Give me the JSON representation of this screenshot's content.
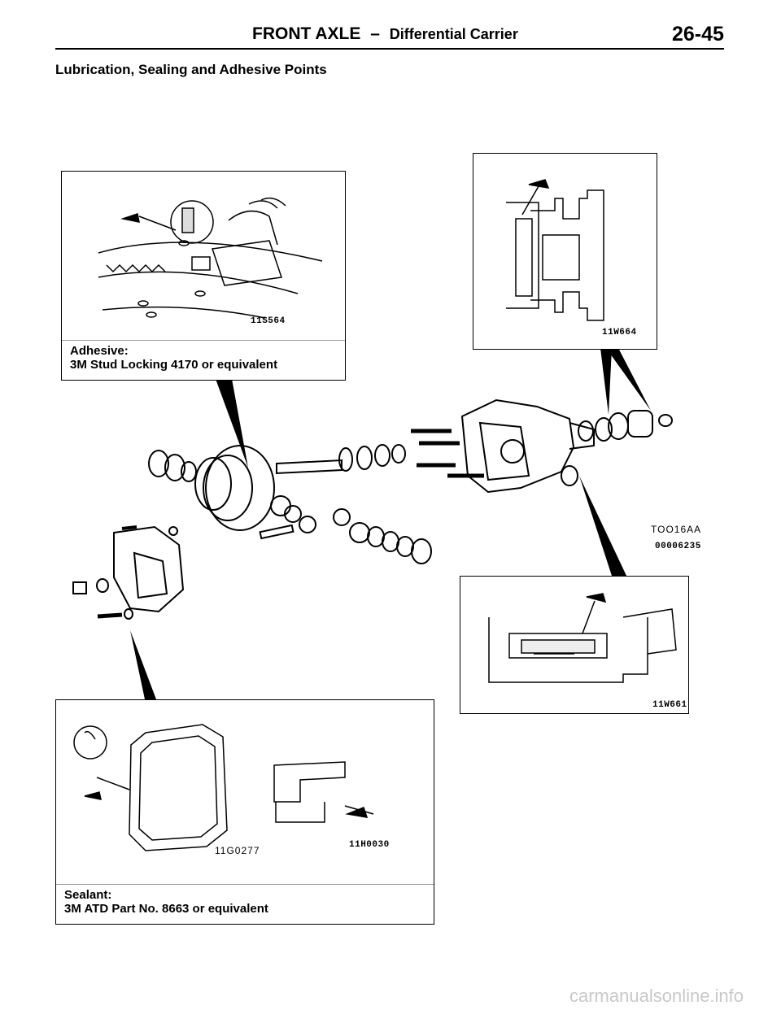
{
  "header": {
    "title": "FRONT AXLE",
    "separator": "–",
    "subtitle": "Differential Carrier",
    "page_number": "26-45"
  },
  "section_title": "Lubrication, Sealing and Adhesive Points",
  "panels": {
    "adhesive": {
      "figure_code": "11S564",
      "caption_line1": "Adhesive:",
      "caption_line2": "3M Stud Locking 4170 or equivalent"
    },
    "top_right": {
      "figure_code": "11W664"
    },
    "exploded": {
      "figure_code_1": "TOO16AA",
      "figure_code_2": "00006235"
    },
    "mid_right": {
      "figure_code": "11W661"
    },
    "sealant": {
      "figure_code_1": "11G0277",
      "figure_code_2": "11H0030",
      "caption_line1": "Sealant:",
      "caption_line2": "3M ATD Part No. 8663 or equivalent"
    }
  },
  "watermark": "carmanualsonline.info"
}
